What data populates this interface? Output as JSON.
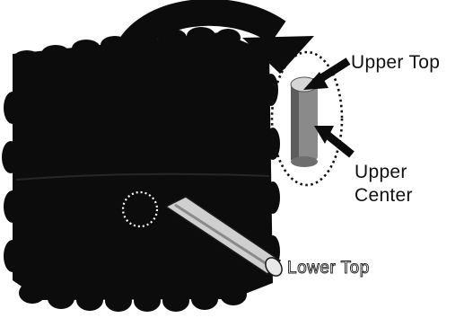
{
  "labels": {
    "upper_top": "Upper Top",
    "upper_center_line1": "Upper",
    "upper_center_line2": "Center",
    "lower_top": "Lower Top"
  },
  "colors": {
    "block": "#0c0c0c",
    "callout_ring": "#111111",
    "lower_ring": "#ffffff",
    "rod_body": "#8a8a8a",
    "rod_top": "#d6d6d6",
    "lower_rod_fill": "#cfcfcf"
  },
  "icons": {
    "transfer_arrow": "curved-arrow-icon",
    "pointer_upper_top": "arrow-icon",
    "pointer_upper_center": "arrow-icon"
  }
}
